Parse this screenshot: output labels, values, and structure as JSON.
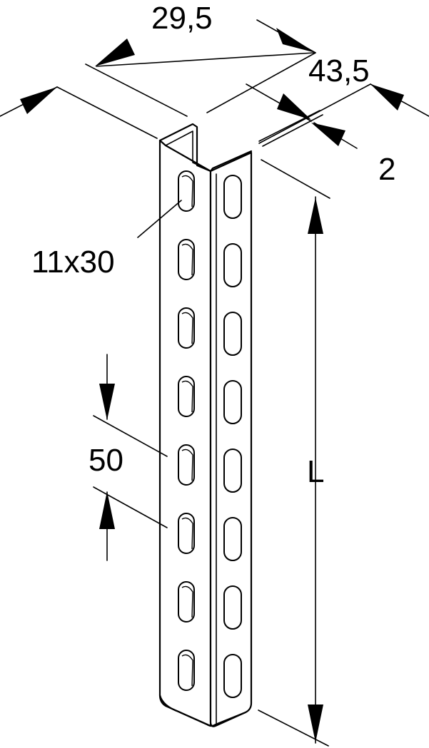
{
  "dimensions": {
    "width_label": "29,5",
    "depth_label": "43,5",
    "thickness_label": "2",
    "slot_label": "11x30",
    "pitch_label": "50",
    "length_label": "L"
  },
  "colors": {
    "line": "#000000",
    "background": "#ffffff"
  }
}
